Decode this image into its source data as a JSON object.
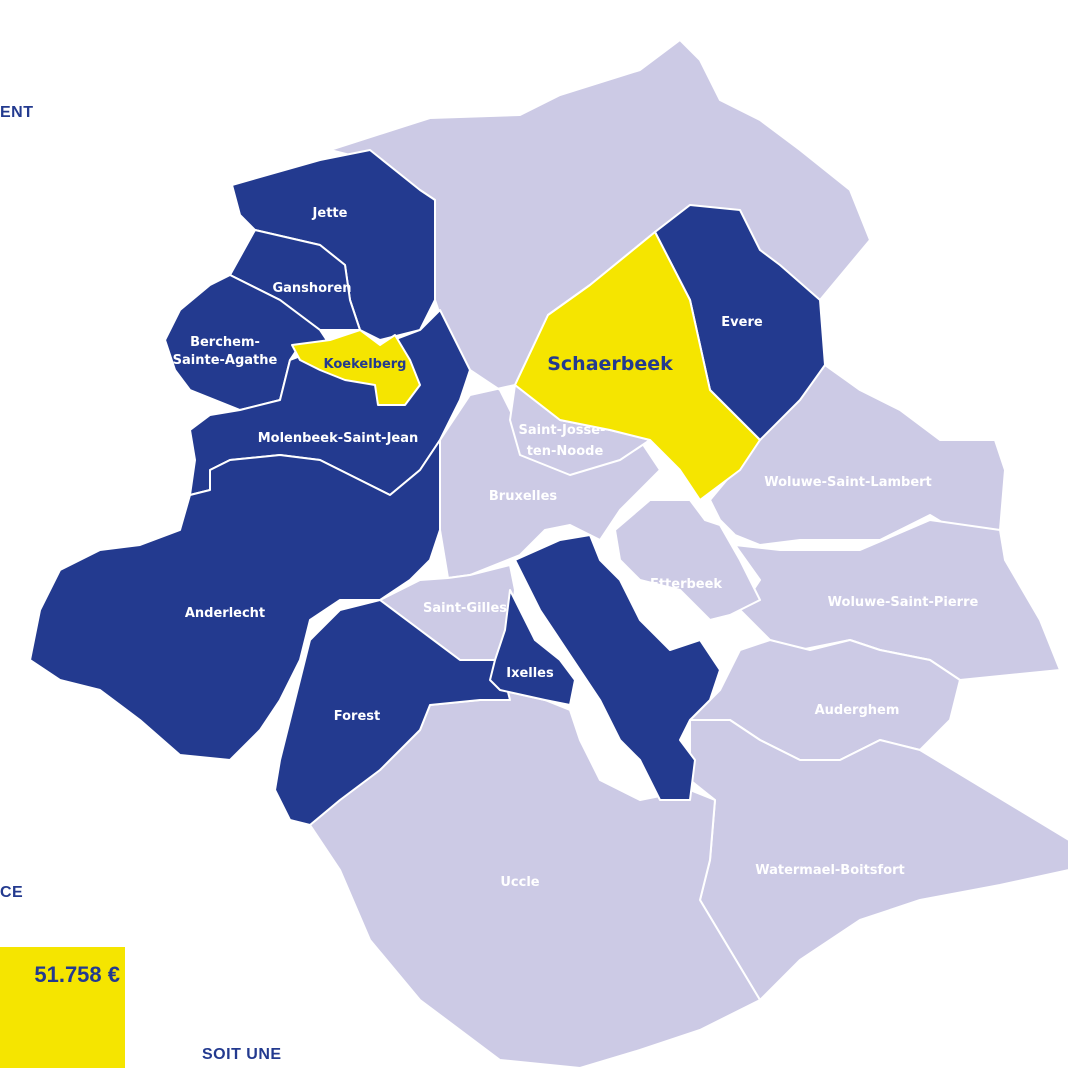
{
  "side_texts": {
    "top": "ENT",
    "middle": "CE",
    "bottom": "SOIT UNE"
  },
  "amount": "51.758 €",
  "colors": {
    "dark_blue": "#233a8f",
    "yellow": "#f5e500",
    "lavender": "#cccae5"
  },
  "communes": {
    "jette": "Jette",
    "ganshoren": "Ganshoren",
    "berchem": "Berchem-",
    "berchem2": "Sainte-Agathe",
    "koekelberg": "Koekelberg",
    "molenbeek": "Molenbeek-Saint-Jean",
    "anderlecht": "Anderlecht",
    "forest": "Forest",
    "saint_gilles": "Saint-Gilles",
    "ixelles": "Ixelles",
    "schaerbeek": "Schaerbeek",
    "evere": "Evere",
    "saint_josse": "Saint-Josse-",
    "saint_josse2": "ten-Noode",
    "bruxelles": "Bruxelles",
    "etterbeek": "Etterbeek",
    "woluwe_lambert": "Woluwe-Saint-Lambert",
    "woluwe_pierre": "Woluwe-Saint-Pierre",
    "auderghem": "Auderghem",
    "uccle": "Uccle",
    "watermael": "Watermael-Boitsfort"
  }
}
